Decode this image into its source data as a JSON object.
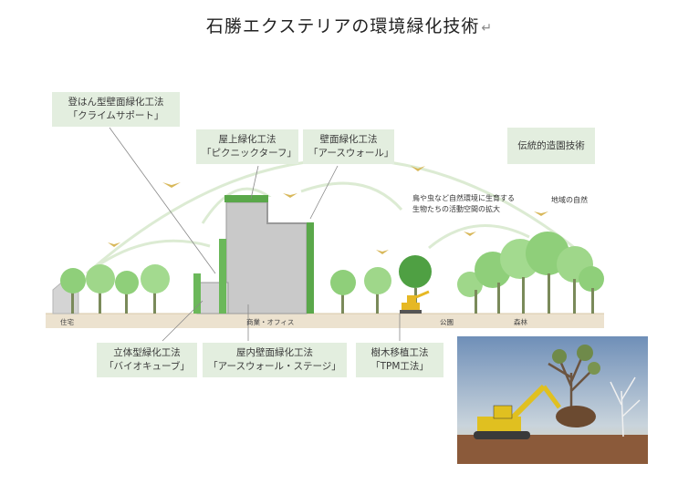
{
  "title": "石勝エクステリアの環境緑化技術",
  "return_mark": "↵",
  "labels": {
    "climb": {
      "line1": "登はん型壁面緑化工法",
      "line2": "「クライムサポート」"
    },
    "rooftop": {
      "line1": "屋上緑化工法",
      "line2": "「ピクニックターフ」"
    },
    "wall": {
      "line1": "壁面緑化工法",
      "line2": "「アースウォール」"
    },
    "traditional": {
      "line1": "伝統的造園技術"
    },
    "solid": {
      "line1": "立体型緑化工法",
      "line2": "「バイオキューブ」"
    },
    "indoor": {
      "line1": "屋内壁面緑化工法",
      "line2": "「アースウォール・ステージ」"
    },
    "tree": {
      "line1": "樹木移植工法",
      "line2": "「TPM工法」"
    }
  },
  "notes": {
    "habitat_line1": "鳥や虫など自然環境に生育する",
    "habitat_line2": "生物たちの活動空間の拡大",
    "local_nature": "地域の自然"
  },
  "ground": {
    "house": "住宅",
    "commercial": "商業・オフィス",
    "park": "公園",
    "forest": "森林"
  },
  "colors": {
    "label_bg": "#e3eedf",
    "tree_light": "#8fcf7a",
    "tree_dark": "#5aa84a",
    "arc": "#cfe6c4",
    "ground": "#e9dcc6",
    "building": "#c9c9c9",
    "bird": "#d8b85a"
  }
}
